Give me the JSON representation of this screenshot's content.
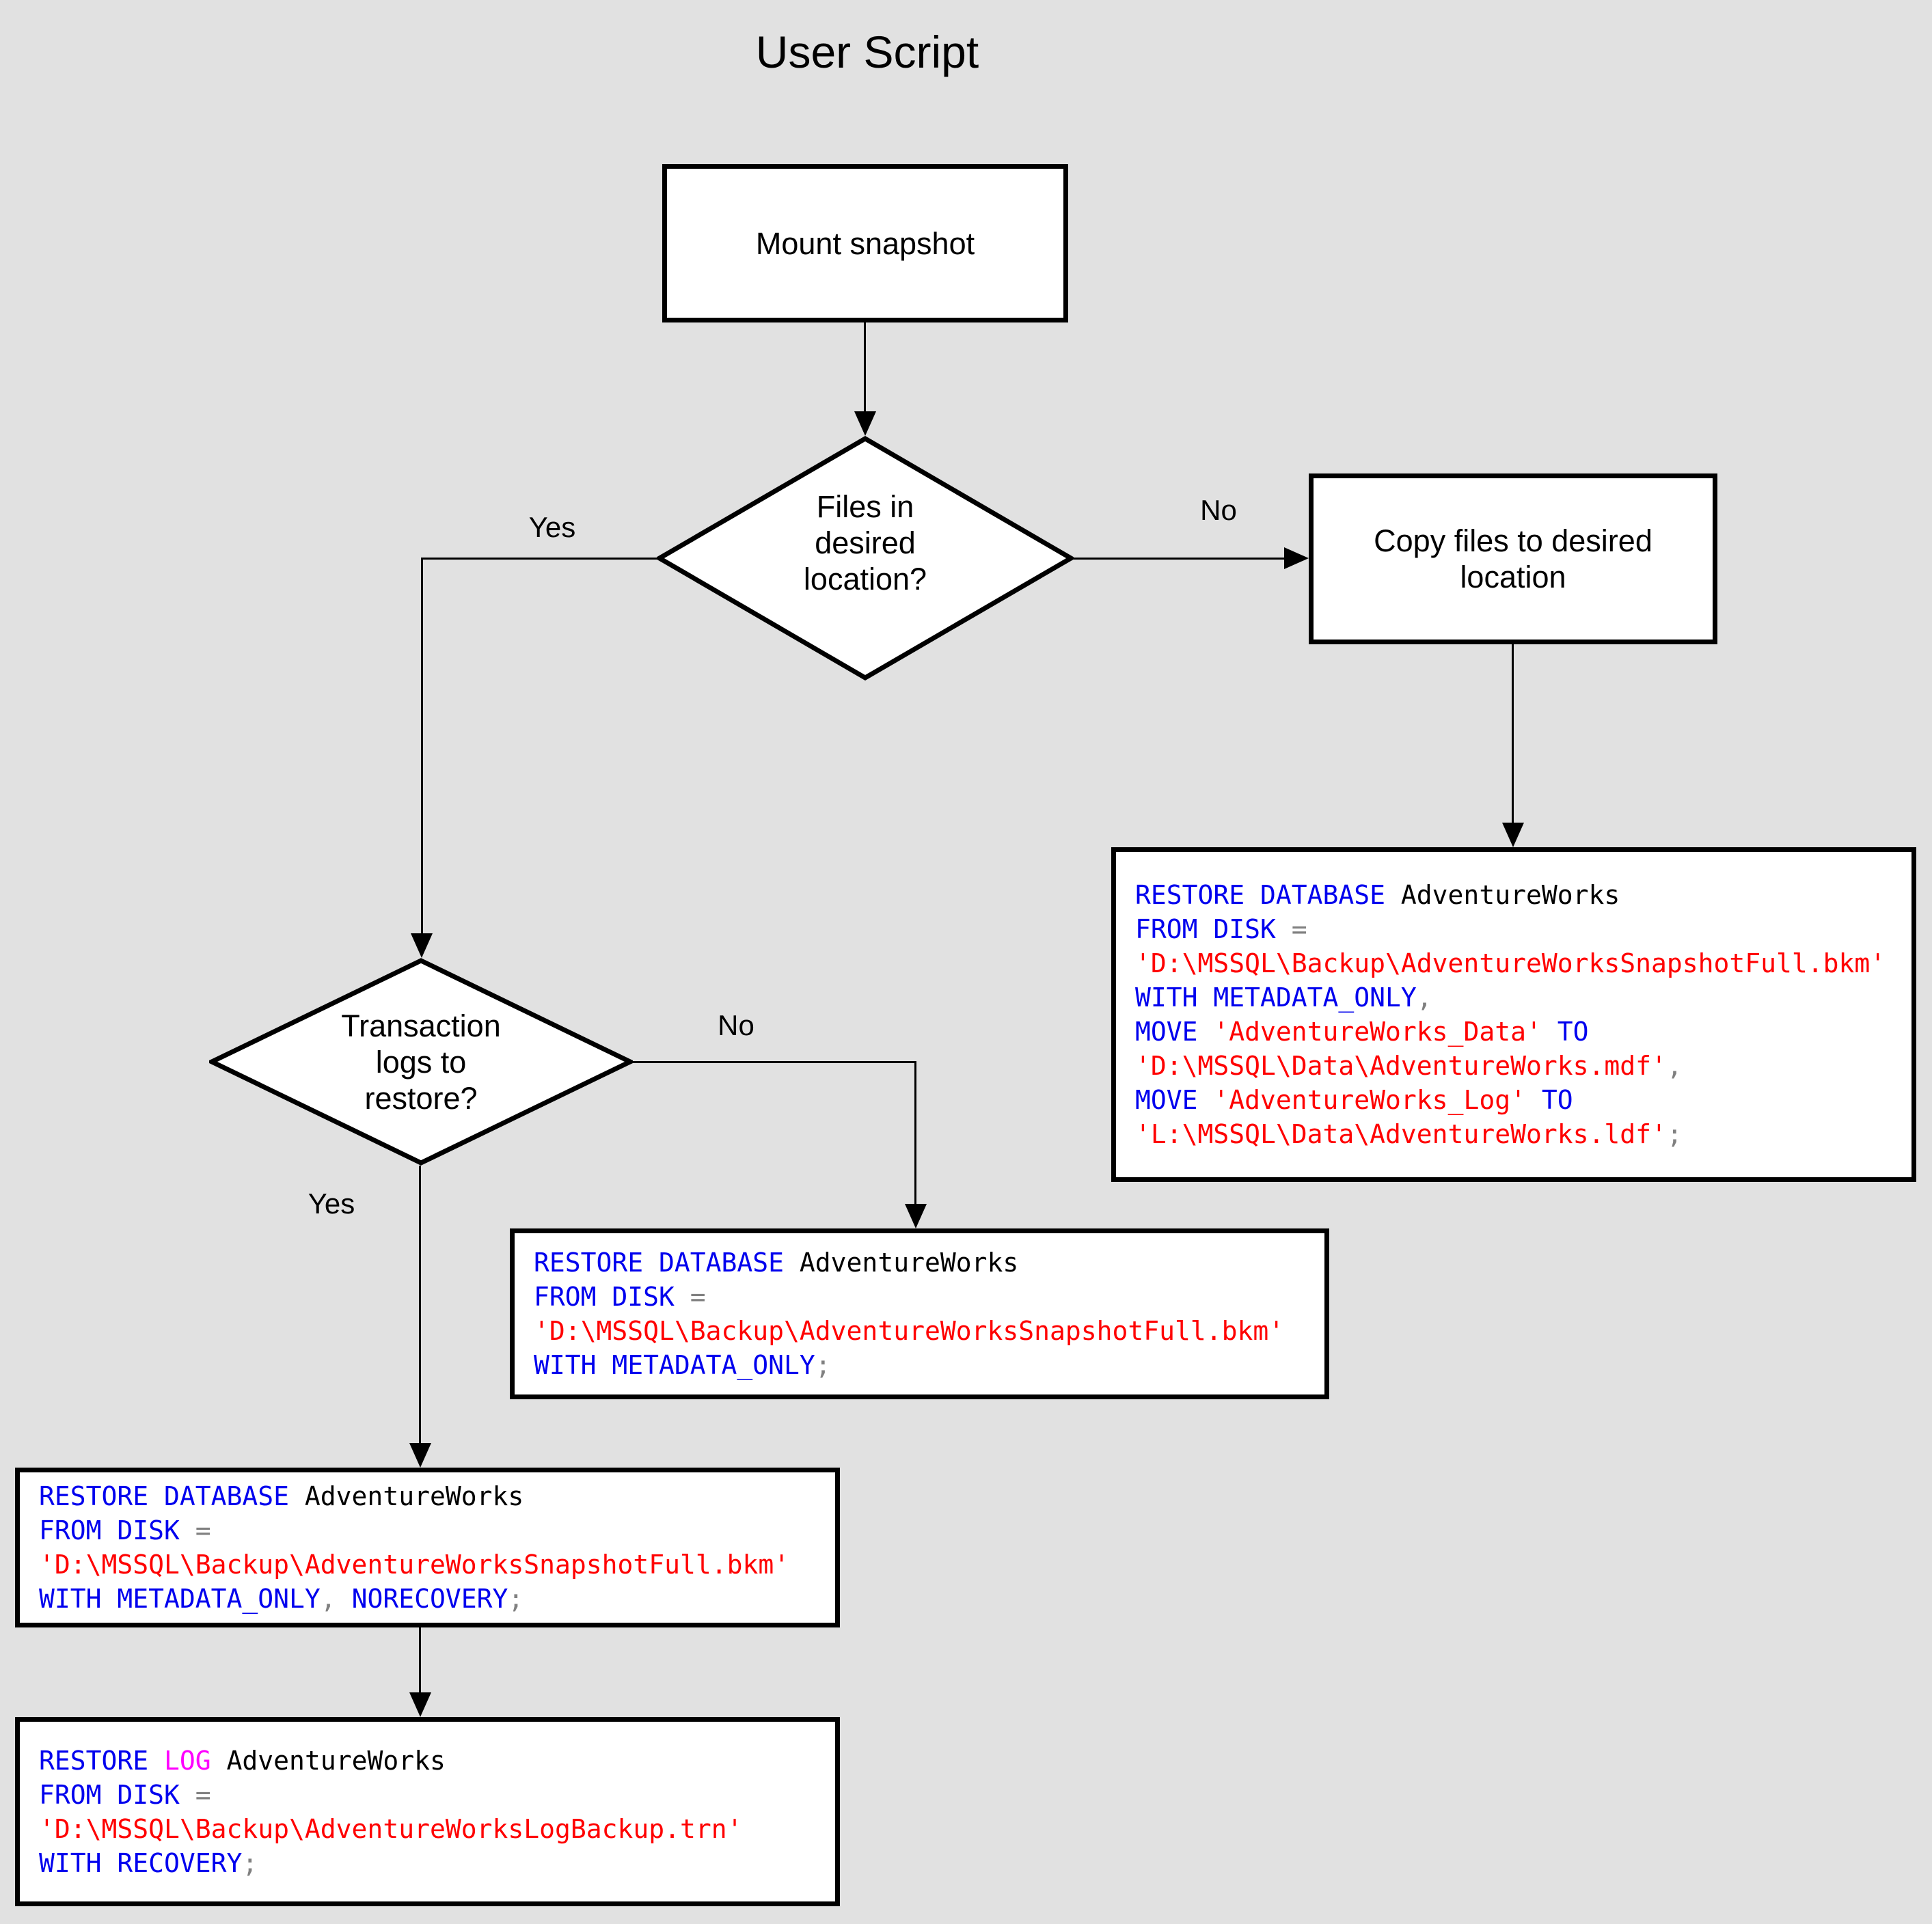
{
  "title": "User Script",
  "colors": {
    "keyword": "#0000ee",
    "string": "#ff0000",
    "log_keyword": "#ff00ff",
    "operator": "#808080",
    "identifier": "#000000",
    "background": "#e1e1e1",
    "shape_fill": "#ffffff",
    "shape_border": "#000000"
  },
  "nodes": {
    "mount": {
      "label": "Mount snapshot"
    },
    "decision_files": {
      "label_lines": [
        "Files in",
        "desired",
        "location?"
      ]
    },
    "copy": {
      "label_lines": [
        "Copy files to desired",
        "location"
      ]
    },
    "decision_logs": {
      "label_lines": [
        "Transaction",
        "logs to",
        "restore?"
      ]
    }
  },
  "edge_labels": {
    "files_yes": "Yes",
    "files_no": "No",
    "logs_yes": "Yes",
    "logs_no": "No"
  },
  "code_boxes": {
    "restore_move": {
      "lines": [
        [
          {
            "t": "RESTORE DATABASE",
            "c": "keyword"
          },
          {
            "t": " AdventureWorks",
            "c": "identifier"
          }
        ],
        [
          {
            "t": "FROM DISK",
            "c": "keyword"
          },
          {
            "t": " =",
            "c": "operator"
          }
        ],
        [
          {
            "t": "'D:\\MSSQL\\Backup\\AdventureWorksSnapshotFull.bkm'",
            "c": "string"
          }
        ],
        [
          {
            "t": "WITH METADATA_ONLY",
            "c": "keyword"
          },
          {
            "t": ",",
            "c": "operator"
          }
        ],
        [
          {
            "t": "MOVE",
            "c": "keyword"
          },
          {
            "t": " 'AdventureWorks_Data'",
            "c": "string"
          },
          {
            "t": " TO",
            "c": "keyword"
          }
        ],
        [
          {
            "t": "'D:\\MSSQL\\Data\\AdventureWorks.mdf'",
            "c": "string"
          },
          {
            "t": ",",
            "c": "operator"
          }
        ],
        [
          {
            "t": "MOVE",
            "c": "keyword"
          },
          {
            "t": " 'AdventureWorks_Log'",
            "c": "string"
          },
          {
            "t": " TO",
            "c": "keyword"
          }
        ],
        [
          {
            "t": "'L:\\MSSQL\\Data\\AdventureWorks.ldf'",
            "c": "string"
          },
          {
            "t": ";",
            "c": "operator"
          }
        ]
      ]
    },
    "restore_metadata": {
      "lines": [
        [
          {
            "t": "RESTORE DATABASE",
            "c": "keyword"
          },
          {
            "t": " AdventureWorks",
            "c": "identifier"
          }
        ],
        [
          {
            "t": "FROM DISK",
            "c": "keyword"
          },
          {
            "t": " =",
            "c": "operator"
          }
        ],
        [
          {
            "t": "'D:\\MSSQL\\Backup\\AdventureWorksSnapshotFull.bkm'",
            "c": "string"
          }
        ],
        [
          {
            "t": "WITH METADATA_ONLY",
            "c": "keyword"
          },
          {
            "t": ";",
            "c": "operator"
          }
        ]
      ]
    },
    "restore_norecovery": {
      "lines": [
        [
          {
            "t": "RESTORE DATABASE",
            "c": "keyword"
          },
          {
            "t": " AdventureWorks",
            "c": "identifier"
          }
        ],
        [
          {
            "t": "FROM DISK",
            "c": "keyword"
          },
          {
            "t": " =",
            "c": "operator"
          }
        ],
        [
          {
            "t": "'D:\\MSSQL\\Backup\\AdventureWorksSnapshotFull.bkm'",
            "c": "string"
          }
        ],
        [
          {
            "t": "WITH METADATA_ONLY",
            "c": "keyword"
          },
          {
            "t": ",",
            "c": "operator"
          },
          {
            "t": " NORECOVERY",
            "c": "keyword"
          },
          {
            "t": ";",
            "c": "operator"
          }
        ]
      ]
    },
    "restore_log": {
      "lines": [
        [
          {
            "t": "RESTORE",
            "c": "keyword"
          },
          {
            "t": " LOG",
            "c": "log_keyword"
          },
          {
            "t": " AdventureWorks",
            "c": "identifier"
          }
        ],
        [
          {
            "t": "FROM DISK",
            "c": "keyword"
          },
          {
            "t": " =",
            "c": "operator"
          }
        ],
        [
          {
            "t": "'D:\\MSSQL\\Backup\\AdventureWorksLogBackup.trn'",
            "c": "string"
          }
        ],
        [
          {
            "t": "WITH RECOVERY",
            "c": "keyword"
          },
          {
            "t": ";",
            "c": "operator"
          }
        ]
      ]
    }
  }
}
